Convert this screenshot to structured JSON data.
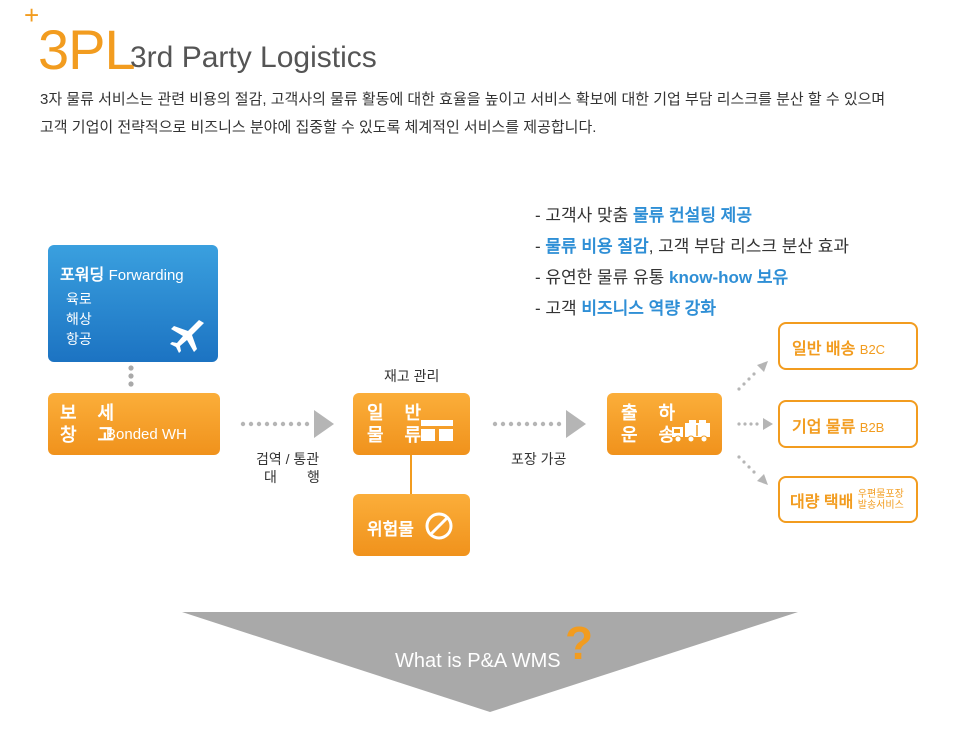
{
  "header": {
    "plus": "+",
    "abbr": "3PL",
    "title": "3rd Party Logistics",
    "intro_line1": "3자 물류 서비스는 관련 비용의 절감, 고객사의 물류 활동에 대한 효율을 높이고 서비스 확보에 대한 기업 부담 리스크를 분산 할 수 있으며",
    "intro_line2": "고객 기업이 전략적으로 비즈니스 분야에 집중할 수 있도록 체계적인 서비스를 제공합니다."
  },
  "benefits": [
    {
      "prefix": "- 고객사 맞춤 ",
      "highlight": "물류 컨설팅 제공",
      "suffix": ""
    },
    {
      "prefix": "- ",
      "highlight": "물류 비용 절감",
      "suffix": ", 고객 부담 리스크 분산 효과"
    },
    {
      "prefix": "- 유연한 물류 유통 ",
      "highlight": "know-how 보유",
      "suffix": ""
    },
    {
      "prefix": "- 고객 ",
      "highlight": "비즈니스 역량 강화",
      "suffix": ""
    }
  ],
  "forwarding": {
    "title_ko": "포워딩",
    "title_en": "Forwarding",
    "items": [
      "육로",
      "해상",
      "항공"
    ]
  },
  "bonded": {
    "line1": "보 세",
    "line2": "창 고",
    "en": "Bonded WH"
  },
  "inspection": {
    "line1": "검역 / 통관",
    "line2a": "대",
    "line2b": "행"
  },
  "general": {
    "top_label": "재고 관리",
    "line1": "일 반",
    "line2": "물 류"
  },
  "packing_label": "포장 가공",
  "danger": {
    "label": "위험물"
  },
  "outbound": {
    "line1": "출 하",
    "line2": "운 송"
  },
  "services": [
    {
      "ko": "일반 배송",
      "en": "B2C"
    },
    {
      "ko": "기업 물류",
      "en": "B2B"
    },
    {
      "ko": "대량 택배",
      "sub1": "우편물포장",
      "sub2": "발송서비스"
    }
  ],
  "bottom": {
    "question": "What is P&A WMS",
    "mark": "?"
  },
  "colors": {
    "orange": "#f29c1f",
    "blue": "#2f8fd6",
    "gray": "#a9a9a9"
  }
}
